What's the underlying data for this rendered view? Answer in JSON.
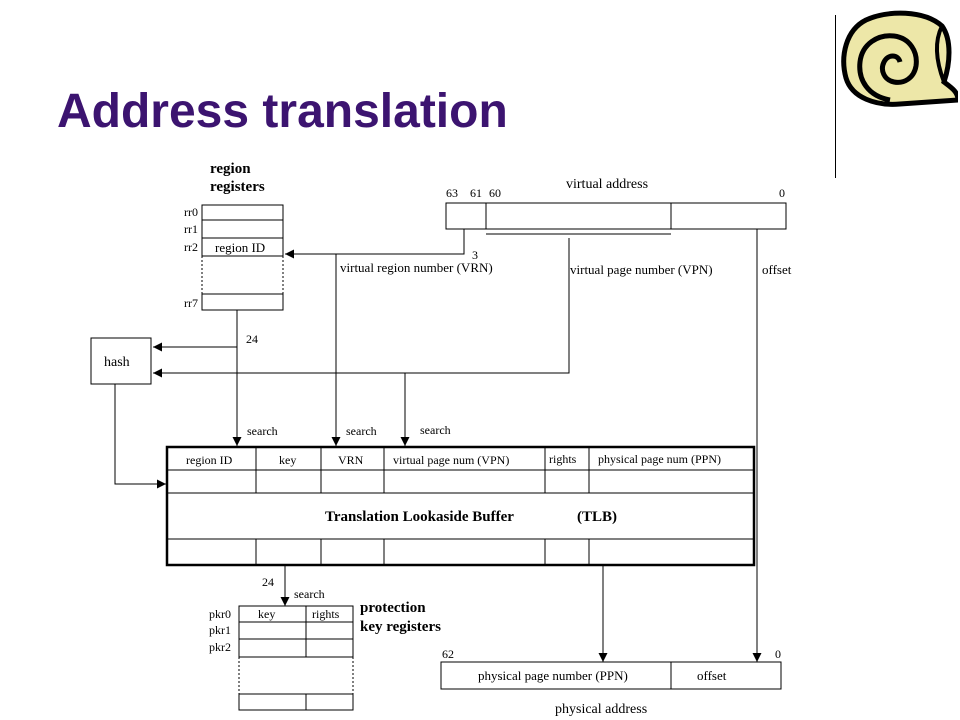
{
  "slide": {
    "title": "Address translation"
  },
  "region_registers": {
    "heading_line1": "region",
    "heading_line2": "registers",
    "labels": [
      "rr0",
      "rr1",
      "rr2",
      "rr7"
    ],
    "region_id_label": "region ID"
  },
  "virtual_address": {
    "title": "virtual address",
    "bit_63": "63",
    "bit_61": "61",
    "bit_60": "60",
    "bit_0": "0",
    "vrn_bits": "3",
    "vrn_label": "virtual region number (VRN)",
    "vpn_label": "virtual page number (VPN)",
    "offset_label": "offset"
  },
  "hash": {
    "label": "hash",
    "width_label": "24"
  },
  "search_labels": [
    "search",
    "search",
    "search"
  ],
  "tlb": {
    "columns": [
      "region ID",
      "key",
      "VRN",
      "virtual page num (VPN)",
      "rights",
      "physical page num (PPN)"
    ],
    "title": "Translation Lookaside Buffer",
    "abbrev": "(TLB)"
  },
  "protection": {
    "width_label": "24",
    "search_label": "search",
    "heading_line1": "protection",
    "heading_line2": "key registers",
    "col_key": "key",
    "col_rights": "rights",
    "labels": [
      "pkr0",
      "pkr1",
      "pkr2"
    ]
  },
  "physical_address": {
    "bit_62": "62",
    "bit_0": "0",
    "ppn_label": "physical page number (PPN)",
    "offset_label": "offset",
    "title": "physical address"
  }
}
